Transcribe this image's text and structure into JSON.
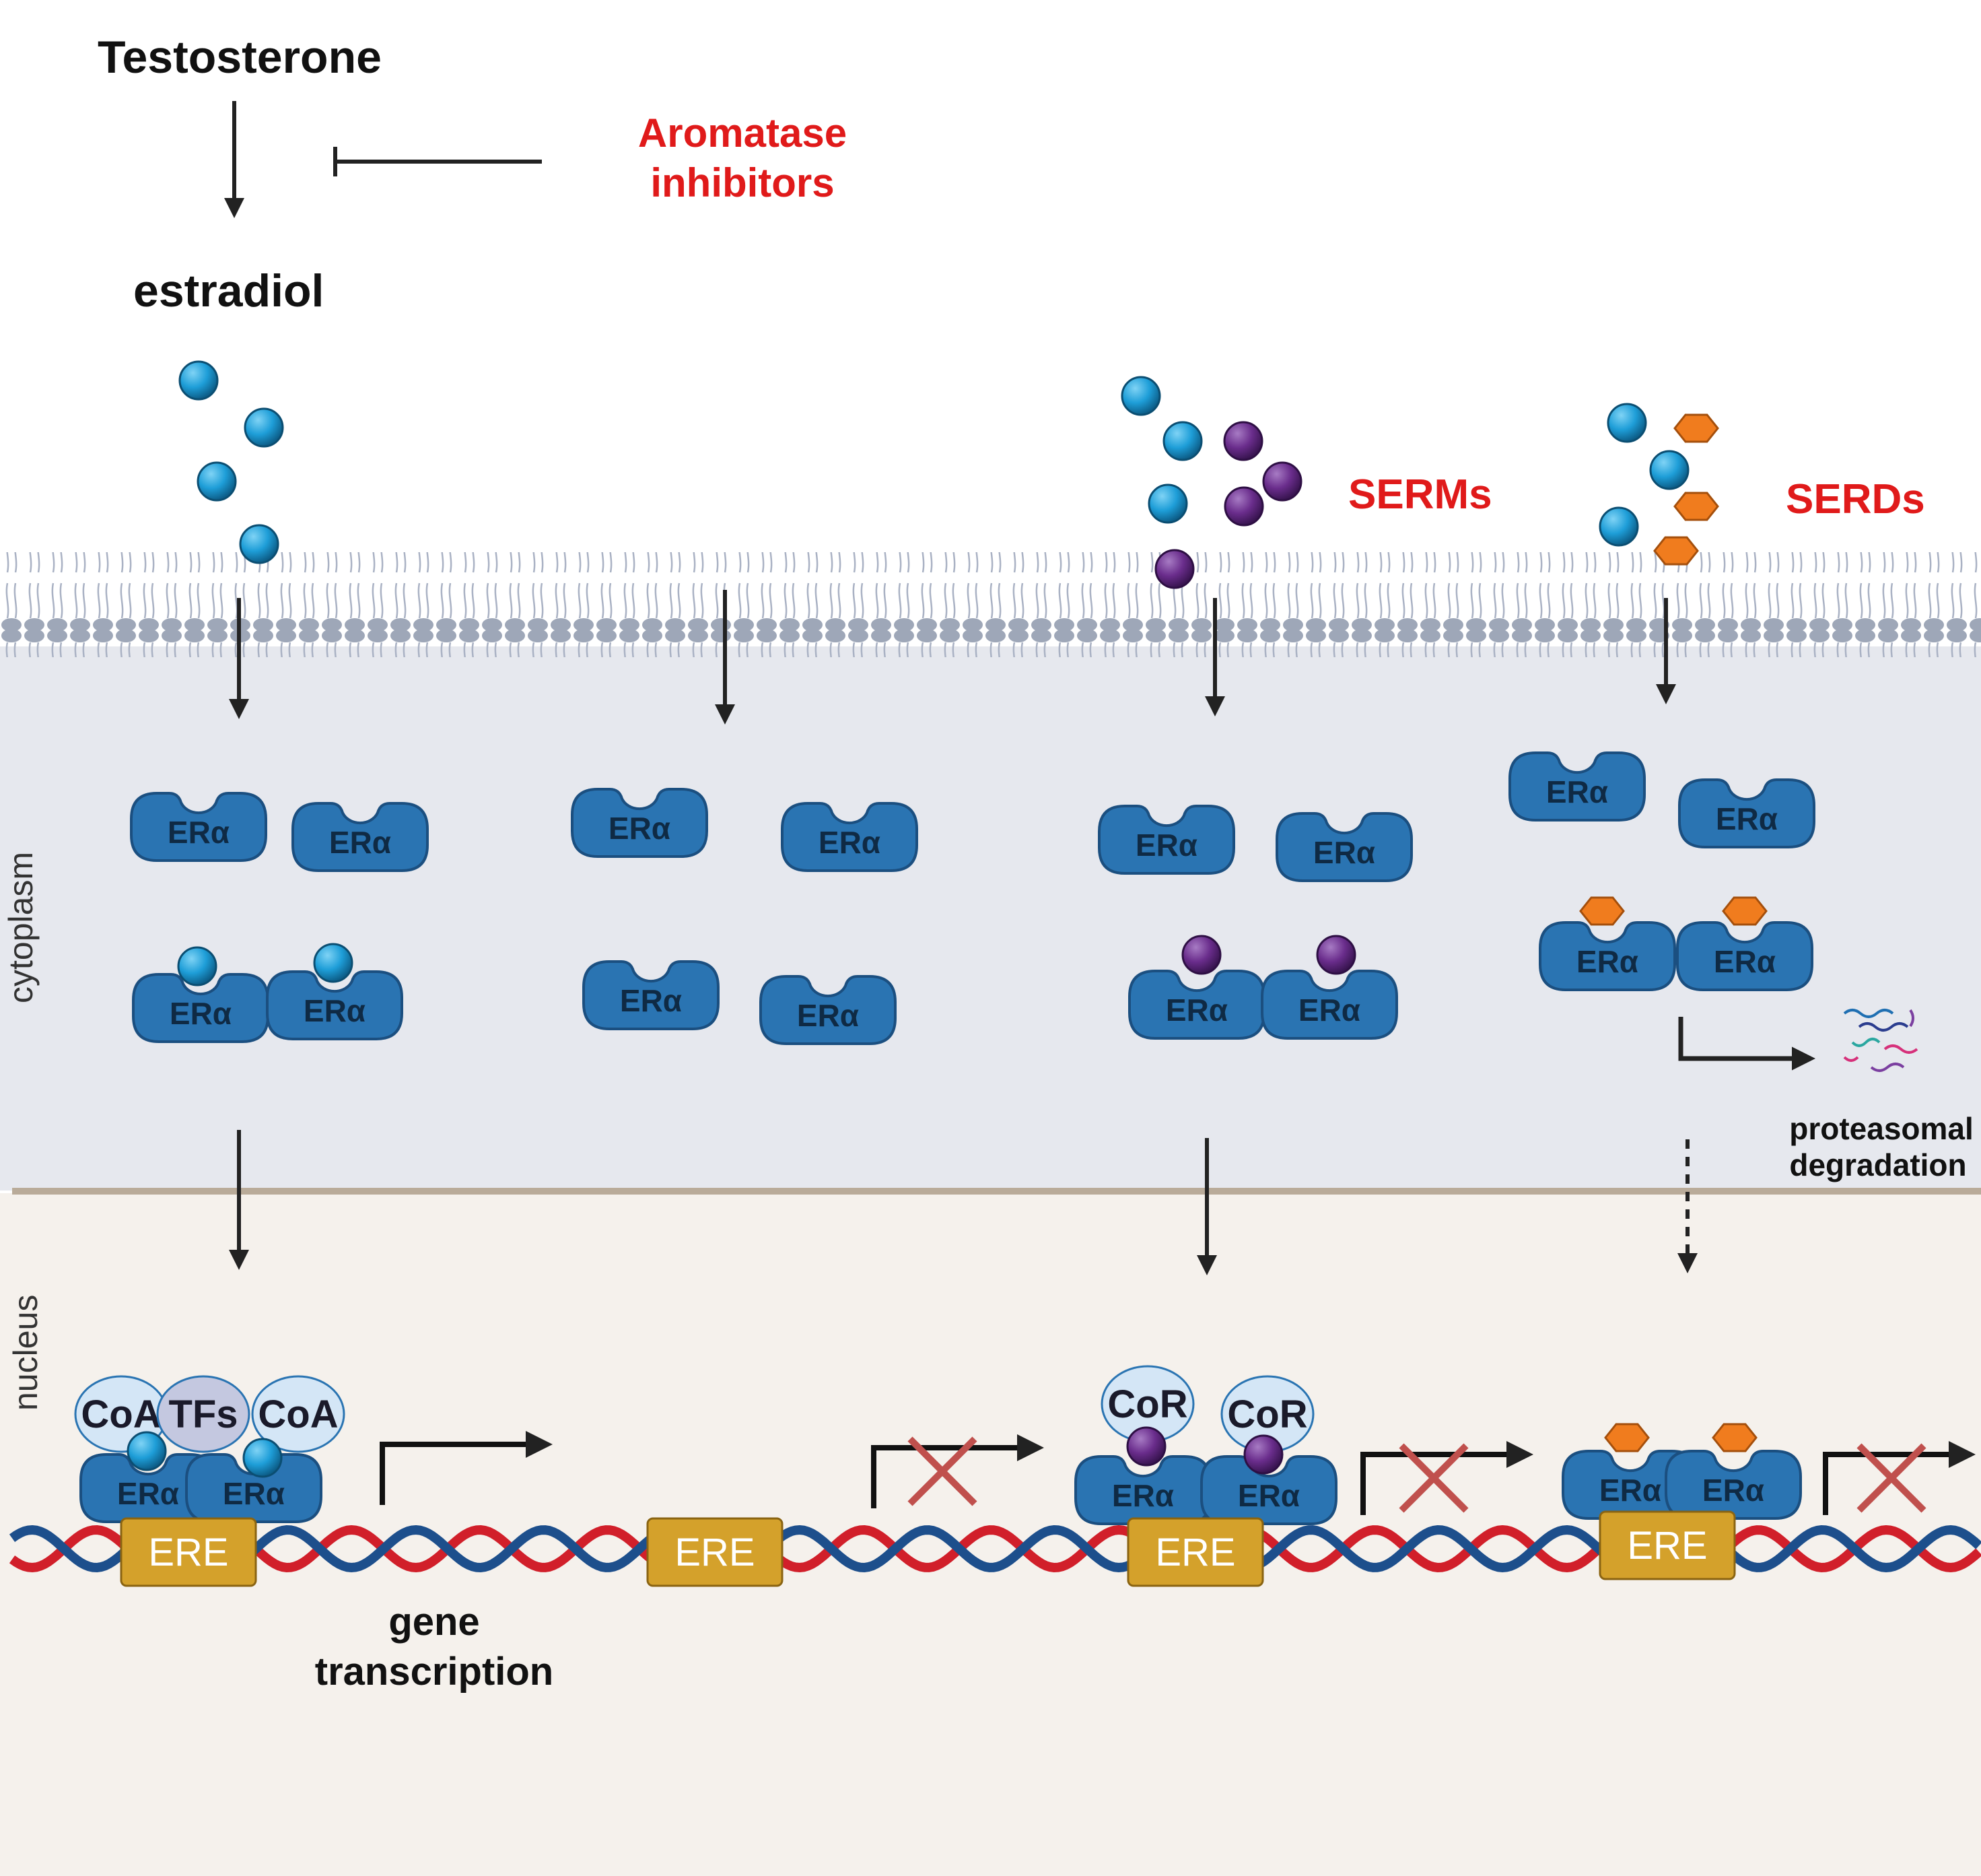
{
  "labels": {
    "testosterone": "Testosterone",
    "aromatase_line1": "Aromatase",
    "aromatase_line2": "inhibitors",
    "estradiol": "estradiol",
    "serms": "SERMs",
    "serds": "SERDs",
    "cytoplasm": "cytoplasm",
    "nucleus": "nucleus",
    "proteasomal_line1": "proteasomal",
    "proteasomal_line2": "degradation",
    "gene_line1": "gene",
    "gene_line2": "transcription",
    "era": "ERα",
    "ere": "ERE",
    "coa": "CoA",
    "tfs": "TFs",
    "cor": "CoR"
  },
  "colors": {
    "receptor": "#2a74b2",
    "receptor_dark": "#1b4f80",
    "estradiol": "#1e9ed8",
    "serm": "#6a2d8c",
    "serd": "#f07c1e",
    "inhibitor_text": "#e01a1a",
    "ere_box": "#d4a12b",
    "dna_red": "#d11f2a",
    "dna_blue": "#1d4f8c",
    "cytoplasm_bg": "#e6e8ee",
    "nucleus_bg": "#f5f1ec",
    "membrane": "#9ea7b8",
    "blocked_x": "#c0504d"
  },
  "icons": {
    "estradiol": "blue-sphere-icon",
    "serm": "purple-sphere-icon",
    "serd": "orange-hexagon-icon",
    "degradation": "peptide-fragments-icon",
    "blocked": "red-x-icon"
  }
}
